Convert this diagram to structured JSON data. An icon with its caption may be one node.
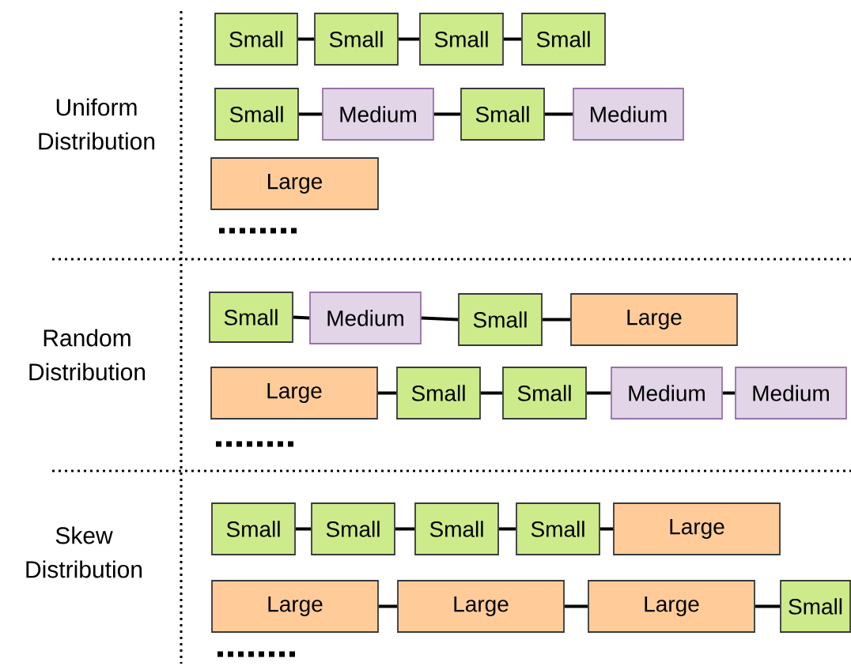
{
  "diagram": {
    "nodes": [
      {
        "text": [
          "Small"
        ]
      },
      {
        "text": [
          "Small"
        ]
      },
      {
        "text": [
          "Small"
        ]
      },
      {
        "text": [
          "Small"
        ]
      },
      {
        "text": [
          "Small"
        ]
      },
      {
        "text": [
          "Medium"
        ]
      },
      {
        "text": [
          "Small"
        ]
      },
      {
        "text": [
          "Medium"
        ]
      },
      {
        "text": [
          "Large"
        ]
      },
      {
        "text": [
          "Small"
        ]
      },
      {
        "text": [
          "Medium"
        ]
      },
      {
        "text": [
          "Small"
        ]
      },
      {
        "text": [
          "Large"
        ]
      },
      {
        "text": [
          "Large"
        ]
      },
      {
        "text": [
          "Small"
        ]
      },
      {
        "text": [
          "Small"
        ]
      },
      {
        "text": [
          "Medium"
        ]
      },
      {
        "text": [
          "Medium"
        ]
      },
      {
        "text": [
          "Small"
        ]
      },
      {
        "text": [
          "Small"
        ]
      },
      {
        "text": [
          "Small"
        ]
      },
      {
        "text": [
          "Small"
        ]
      },
      {
        "text": [
          "Large"
        ]
      },
      {
        "text": [
          "Large"
        ]
      },
      {
        "text": [
          "Large"
        ]
      },
      {
        "text": [
          "Large"
        ]
      },
      {
        "text": [
          "Small"
        ]
      }
    ],
    "edges": [
      {
        "from": 0,
        "to": 1,
        "arrow": "none"
      },
      {
        "from": 1,
        "to": 2,
        "arrow": "none"
      },
      {
        "from": 2,
        "to": 3,
        "arrow": "none"
      },
      {
        "from": 4,
        "to": 5,
        "arrow": "none"
      },
      {
        "from": 5,
        "to": 6,
        "arrow": "none"
      },
      {
        "from": 6,
        "to": 7,
        "arrow": "none"
      },
      {
        "from": 9,
        "to": 10,
        "arrow": "none"
      },
      {
        "from": 10,
        "to": 11,
        "arrow": "none"
      },
      {
        "from": 11,
        "to": 12,
        "arrow": "none"
      },
      {
        "from": 13,
        "to": 14,
        "arrow": "none"
      },
      {
        "from": 14,
        "to": 15,
        "arrow": "none"
      },
      {
        "from": 15,
        "to": 16,
        "arrow": "none"
      },
      {
        "from": 16,
        "to": 17,
        "arrow": "none"
      },
      {
        "from": 18,
        "to": 19,
        "arrow": "none"
      },
      {
        "from": 19,
        "to": 20,
        "arrow": "none"
      },
      {
        "from": 20,
        "to": 21,
        "arrow": "none"
      },
      {
        "from": 21,
        "to": 22,
        "arrow": "none"
      },
      {
        "from": 23,
        "to": 24,
        "arrow": "none"
      },
      {
        "from": 24,
        "to": 25,
        "arrow": "none"
      },
      {
        "from": 25,
        "to": 26,
        "arrow": "none"
      }
    ],
    "labels": [
      "Uniform Distribution",
      "Random Distribution",
      "Skew Distribution"
    ]
  }
}
